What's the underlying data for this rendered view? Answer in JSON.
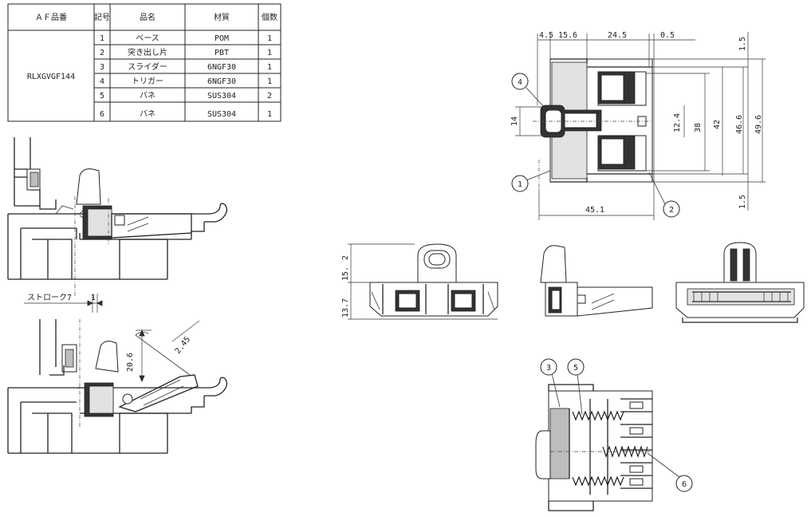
{
  "parts_table": {
    "headers": {
      "af_part_no": "ＡＦ品番",
      "symbol": "記号",
      "name": "品名",
      "material": "材質",
      "qty": "個数"
    },
    "af_part_no": "RLXGVGF144",
    "rows": [
      {
        "symbol": "1",
        "name": "ベース",
        "material": "POM",
        "qty": "1"
      },
      {
        "symbol": "2",
        "name": "突き出し片",
        "material": "PBT",
        "qty": "1"
      },
      {
        "symbol": "3",
        "name": "スライダー",
        "material": "6NGF30",
        "qty": "1"
      },
      {
        "symbol": "4",
        "name": "トリガー",
        "material": "6NGF30",
        "qty": "1"
      },
      {
        "symbol": "5",
        "name": "バネ",
        "material": "SUS304",
        "qty": "2"
      },
      {
        "symbol": "6",
        "name": "バネ",
        "material": "SUS304",
        "qty": "1"
      }
    ]
  },
  "section_view": {
    "stroke_label": "ストローク7",
    "stroke_value": "1",
    "dim_lift": "20.6",
    "dim_gap": "2.45"
  },
  "top_view": {
    "dims_top": [
      "4.5",
      "15.6",
      "24.5",
      "0.5"
    ],
    "dims_right": [
      "1.5",
      "12.4",
      "38",
      "42",
      "46.6",
      "49.6",
      "1.5"
    ],
    "dim_left": "14",
    "dim_bottom": "45.1",
    "callouts": [
      "4",
      "1",
      "2"
    ]
  },
  "front_view": {
    "dims_left": [
      "2",
      "15.",
      "13.7"
    ]
  },
  "detail_view": {
    "callouts": [
      "3",
      "5",
      "6"
    ]
  }
}
